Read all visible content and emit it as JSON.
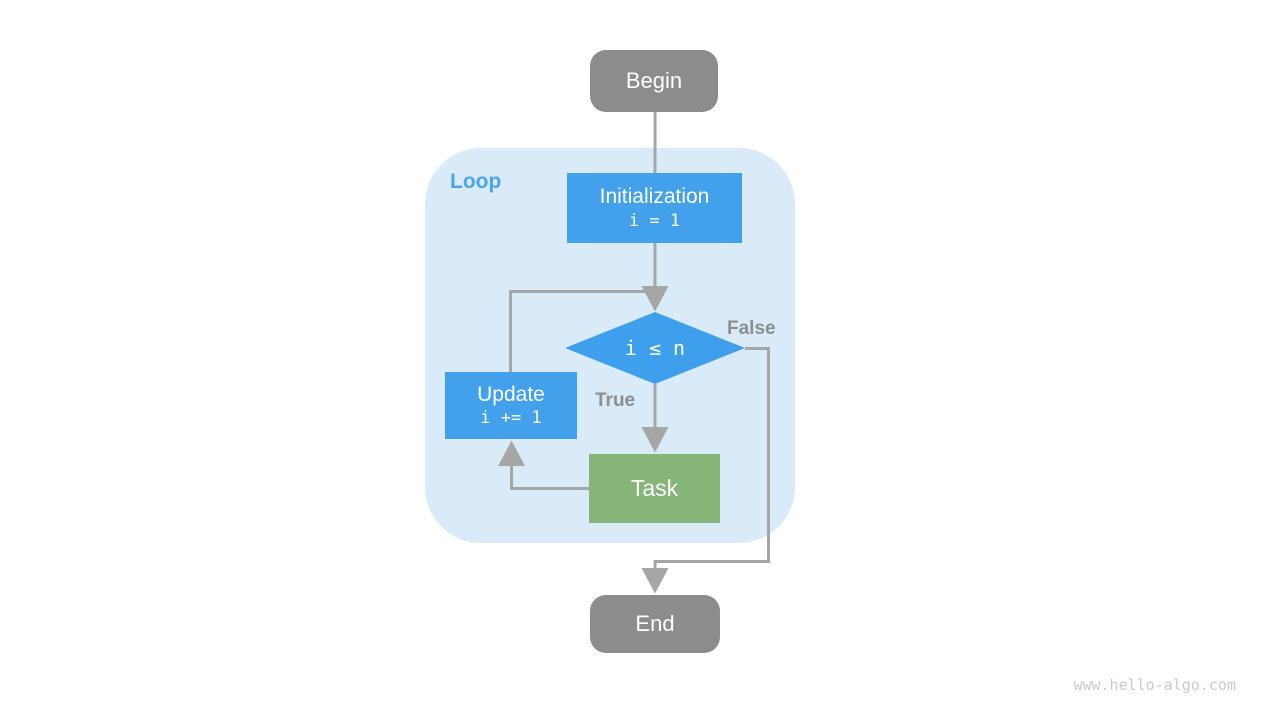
{
  "page": {
    "watermark": "www.hello-algo.com"
  },
  "colors": {
    "terminal_gray": "#8c8c8c",
    "process_blue": "#43a1ec",
    "decision_blue": "#3ea0ed",
    "task_green": "#85b577",
    "loop_background": "#d9eaf9",
    "loop_label_blue": "#4ba5ee",
    "connector_gray": "#a6a6a6",
    "branch_label_gray": "#8e8e8e"
  },
  "flowchart": {
    "begin_label": "Begin",
    "loop_label": "Loop",
    "init_title": "Initialization",
    "init_code": "i = 1",
    "condition_code": "i ≤ n",
    "branch_true_label": "True",
    "branch_false_label": "False",
    "update_title": "Update",
    "update_code": "i += 1",
    "task_label": "Task",
    "end_label": "End"
  }
}
